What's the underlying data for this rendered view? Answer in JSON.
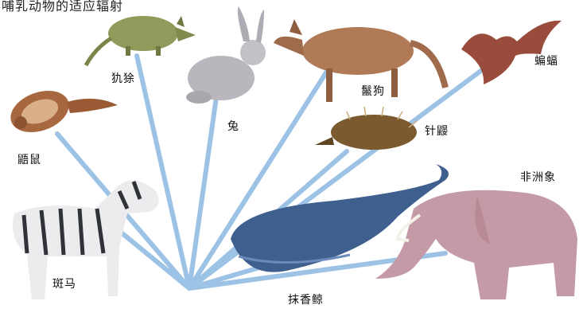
{
  "title": "哺乳动物的适应辐射",
  "labels": {
    "armadillo": "犰狳",
    "rabbit": "兔",
    "aardwolf": "鬣狗",
    "bat": "蝙蝠",
    "flying_squirrel": "鼯鼠",
    "echidna": "针鼹",
    "elephant": "非洲象",
    "zebra": "斑马",
    "whale": "抹香鲸"
  },
  "colors": {
    "ray": "#9cc2e6",
    "whale": "#3f5f8f",
    "elephant": "#c49aa6",
    "zebra_stripe": "#2f3238",
    "rabbit": "#b9b6bd",
    "aardwolf": "#b07a57",
    "armadillo": "#8f9a5b",
    "bat": "#9a4c3c",
    "squirrel": "#a8683f",
    "echidna": "#7a5a2e"
  }
}
